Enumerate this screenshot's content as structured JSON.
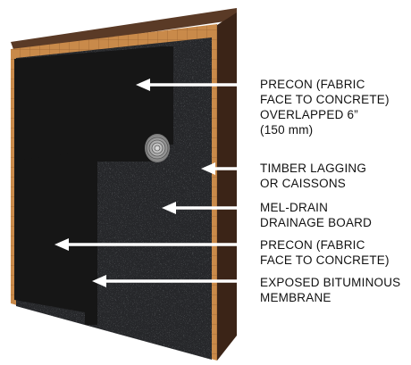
{
  "colors": {
    "lagging_face": "#c98a4a",
    "wall_top": "#5a3a26",
    "wall_side": "#3b2417",
    "drainage_board": "#26272a",
    "membrane": "#161616",
    "arrow": "#ffffff",
    "label_text": "#111111"
  },
  "callouts": [
    {
      "id": "precon-overlap",
      "lines": [
        "PRECON (FABRIC",
        "FACE TO CONCRETE)",
        "OVERLAPPED 6”",
        "(150 mm)"
      ]
    },
    {
      "id": "timber-lagging",
      "lines": [
        "TIMBER LAGGING",
        "OR CAISSONS"
      ]
    },
    {
      "id": "mel-drain",
      "lines": [
        "MEL-DRAIN",
        "DRAINAGE BOARD"
      ]
    },
    {
      "id": "precon",
      "lines": [
        "PRECON (FABRIC",
        "FACE TO CONCRETE)"
      ]
    },
    {
      "id": "exposed-membrane",
      "lines": [
        "EXPOSED BITUMINOUS",
        "MEMBRANE"
      ]
    }
  ]
}
